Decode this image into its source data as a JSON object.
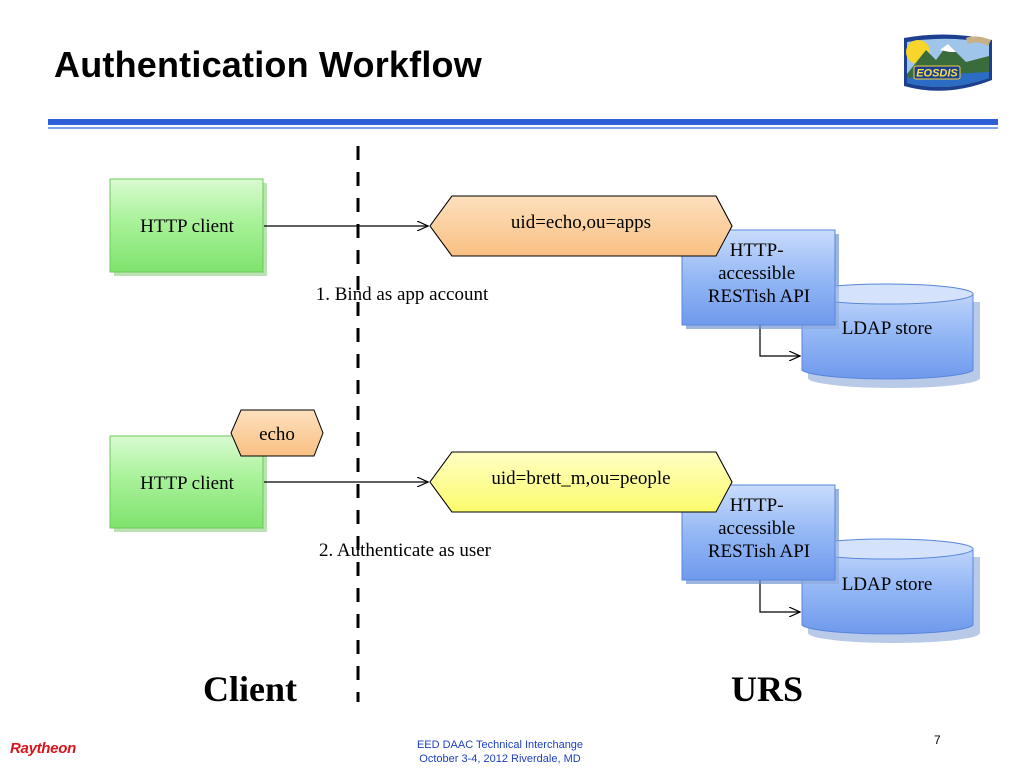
{
  "slide": {
    "title": "Authentication Workflow",
    "page_number": "7"
  },
  "logo": {
    "text": "EOSDIS",
    "icon": "eosdis-logo-icon"
  },
  "diagram": {
    "row1": {
      "client_label": "HTTP client",
      "message_label": "uid=echo,ou=apps",
      "api_label_lines": [
        "HTTP-",
        "accessible",
        "RESTish API"
      ],
      "store_label": "LDAP store",
      "step_label": "1. Bind as app account"
    },
    "row2": {
      "client_label": "HTTP client",
      "token_label": "echo",
      "message_label": "uid=brett_m,ou=people",
      "api_label_lines": [
        "HTTP-",
        "accessible",
        "RESTish API"
      ],
      "store_label": "LDAP store",
      "step_label": "2. Authenticate as user"
    },
    "client_side_label": "Client",
    "server_side_label": "URS"
  },
  "footer": {
    "company": "Raytheon",
    "line1": "EED DAAC Technical Interchange",
    "line2": "October 3-4, 2012 Riverdale, MD"
  },
  "colors": {
    "rule": "#2f5fd8",
    "client_box": "#9cef8e",
    "message_orange": "#fbc993",
    "message_yellow": "#fdfd8a",
    "token": "#fbc993",
    "api_box": "#7ea8f2",
    "store": "#7ea8f2",
    "footer_text": "#1f3fbf",
    "brand_red": "#d8141c"
  }
}
